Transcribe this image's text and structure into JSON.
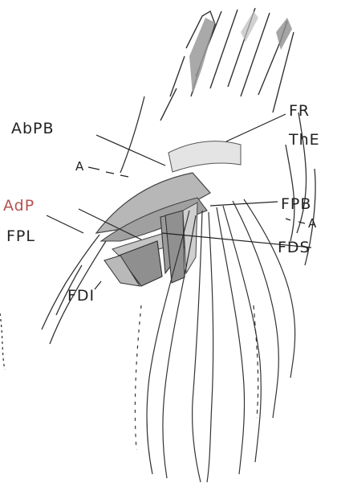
{
  "colors": {
    "background": "#ffffff",
    "ink": "#222222",
    "highlight_label": "#b5514f",
    "shade_dark": "#8e8e8e",
    "shade_mid": "#b7b7b7",
    "shade_light": "#d9d9d9"
  },
  "labels": {
    "abpb": "AbPB",
    "a_left": "A",
    "adp": "AdP",
    "fpl": "FPL",
    "fdi": "FDI",
    "fr": "FR",
    "the": "ThE",
    "fpb": "FPB",
    "a_right": "A",
    "fds": "FDS"
  }
}
